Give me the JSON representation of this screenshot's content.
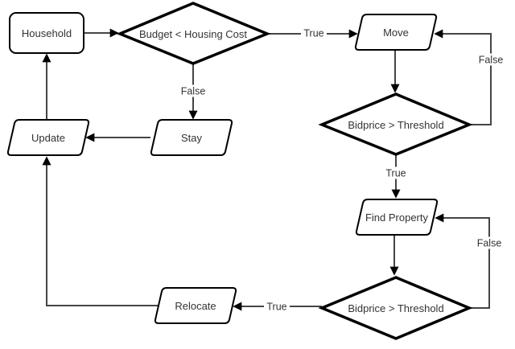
{
  "diagram": {
    "background_color": "#ffffff",
    "colors": {
      "shape_fill": "#ffffff",
      "shape_stroke": "#000000",
      "connector": "#454545",
      "arrowhead": "#000000",
      "text": "#333333"
    },
    "nodes": {
      "household": {
        "label": "Household",
        "shape": "rounded-rectangle"
      },
      "budget_decision": {
        "label": "Budget < Housing Cost",
        "shape": "diamond"
      },
      "move": {
        "label": "Move",
        "shape": "parallelogram"
      },
      "bidprice_decision_upper": {
        "label": "Bidprice > Threshold",
        "shape": "diamond"
      },
      "find_property": {
        "label": "Find Property",
        "shape": "parallelogram"
      },
      "bidprice_decision_lower": {
        "label": "Bidprice > Threshold",
        "shape": "diamond"
      },
      "relocate": {
        "label": "Relocate",
        "shape": "parallelogram"
      },
      "stay": {
        "label": "Stay",
        "shape": "parallelogram"
      },
      "update": {
        "label": "Update",
        "shape": "parallelogram"
      }
    },
    "edge_labels": {
      "budget_true": "True",
      "budget_false": "False",
      "bidprice_upper_false": "False",
      "bidprice_upper_true": "True",
      "bidprice_lower_false": "False",
      "bidprice_lower_true": "True"
    }
  }
}
